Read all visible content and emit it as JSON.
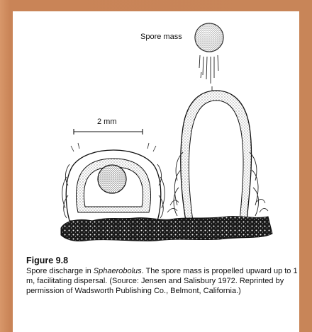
{
  "figure": {
    "label_spore_mass": "Spore mass",
    "label_scale": "2 mm"
  },
  "caption": {
    "title": "Figure 9.8",
    "text_before_italic": "Spore discharge in ",
    "italic_genus": "Sphaerobolus",
    "text_after_italic": ". The spore mass is propelled upward up to 1 m, facilitating dispersal. (Source: Jensen and Salisbury 1972. Reprinted by permission of Wadsworth Publishing Co., Belmont, California.)"
  },
  "colors": {
    "background": "#c8875a",
    "panel": "#ffffff",
    "ink": "#111111"
  }
}
